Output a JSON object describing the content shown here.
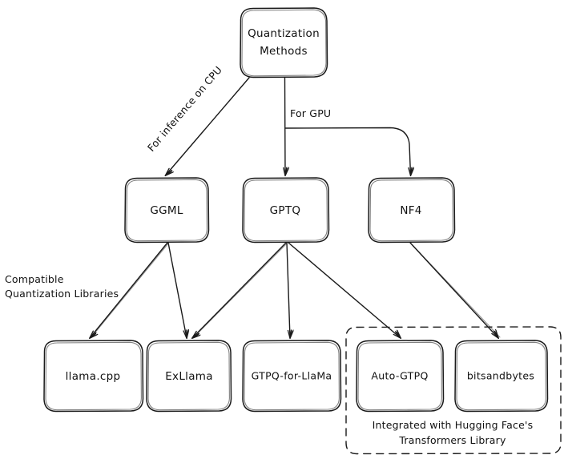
{
  "diagram": {
    "title": "Quantization Methods",
    "style": "hand-drawn flowchart",
    "colors": {
      "stroke": "#1a1a1a",
      "text": "#111111",
      "root_fill_hatch": "#bcd9ef",
      "background": "#ffffff"
    },
    "root": {
      "label_line1": "Quantization",
      "label_line2": "Methods",
      "fill": "hatched-light-blue"
    },
    "methods": [
      {
        "id": "ggml",
        "label": "GGML"
      },
      {
        "id": "gptq",
        "label": "GPTQ"
      },
      {
        "id": "nf4",
        "label": "NF4"
      }
    ],
    "libraries": [
      {
        "id": "llamacpp",
        "label": "llama.cpp"
      },
      {
        "id": "exllama",
        "label": "ExLlama"
      },
      {
        "id": "gptq-for-llama",
        "label": "GTPQ-for-LlaMa"
      },
      {
        "id": "auto-gptq",
        "label": "Auto-GTPQ"
      },
      {
        "id": "bitsandbytes",
        "label": "bitsandbytes"
      }
    ],
    "edge_labels": {
      "cpu": "For inference on CPU",
      "gpu": "For GPU"
    },
    "annotation": {
      "line1": "Compatible",
      "line2": "Quantization Libraries"
    },
    "group": {
      "caption_line1": "Integrated with Hugging Face's",
      "caption_line2": "Transformers Library"
    }
  }
}
